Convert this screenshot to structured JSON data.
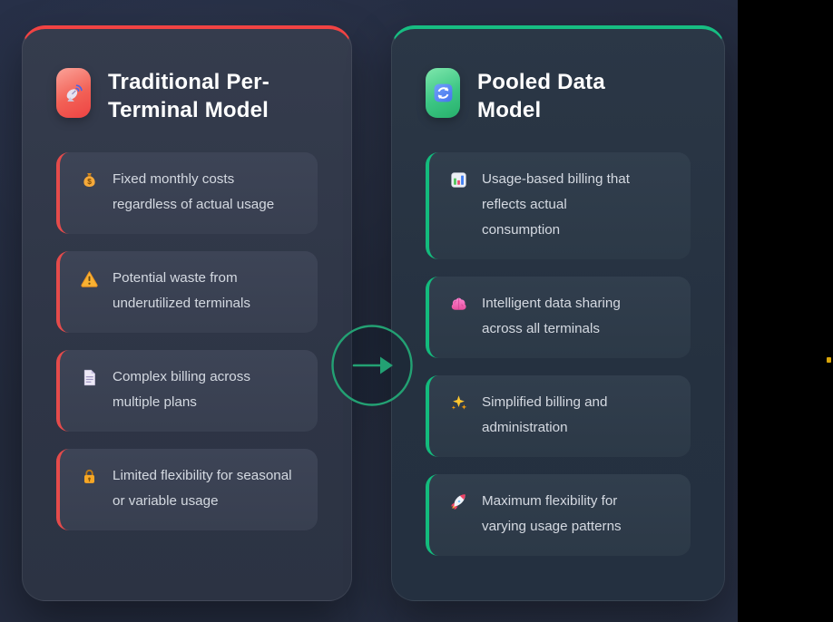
{
  "canvas": {
    "background_color": "#232a3d",
    "side_panel_color": "#000000",
    "cursor_dot_color": "#d9a50a"
  },
  "comparison": {
    "left_card": {
      "title": "Traditional Per-Terminal Model",
      "header_icon": "satellite-dish-icon",
      "accent_color": "#f14343",
      "items": [
        {
          "icon": "money-bag-icon",
          "text": "Fixed monthly costs regardless of actual usage"
        },
        {
          "icon": "warning-icon",
          "text": "Potential waste from underutilized terminals"
        },
        {
          "icon": "document-icon",
          "text": "Complex billing across multiple plans"
        },
        {
          "icon": "lock-icon",
          "text": "Limited flexibility for seasonal or variable usage"
        }
      ]
    },
    "arrow": {
      "icon": "arrow-right-icon",
      "color": "#23a173"
    },
    "right_card": {
      "title": "Pooled Data Model",
      "header_icon": "refresh-icon",
      "accent_color": "#17bd82",
      "items": [
        {
          "icon": "bar-chart-icon",
          "text": "Usage-based billing that reflects actual consumption"
        },
        {
          "icon": "brain-icon",
          "text": "Intelligent data sharing across all terminals"
        },
        {
          "icon": "sparkles-icon",
          "text": "Simplified billing and administration"
        },
        {
          "icon": "rocket-icon",
          "text": "Maximum flexibility for varying usage patterns"
        }
      ]
    }
  }
}
